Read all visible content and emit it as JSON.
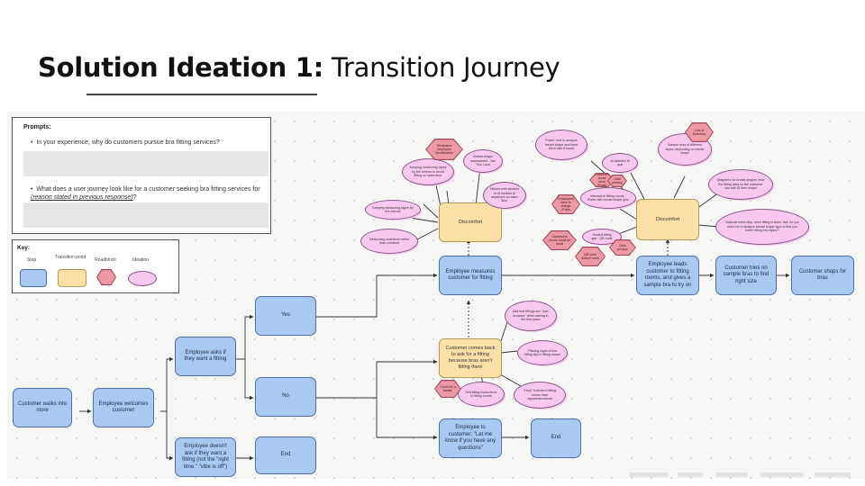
{
  "slide": {
    "title_bold": "Solution Ideation 1:",
    "title_rest": "Transition Journey"
  },
  "prompts": {
    "title": "Prompts:",
    "q1": "In your experience, why do customers pursue bra fitting services?",
    "q2_text": "What does a user journey look like for a customer seeking bra fitting services for ",
    "q2_italic": "(reason stated in previous response)",
    "q2_end": "?"
  },
  "key": {
    "title": "Key:",
    "step": "Step",
    "transition": "Transition point",
    "roadblock": "Roadblock",
    "ideation": "Ideation"
  },
  "steps": {
    "walks_in": "Customer walks into store",
    "welcomes": "Employee welcomes customer",
    "asks": "Employee asks if they want a fitting",
    "doesnt_ask": "Employee doesn't ask if they want a fitting (not the \"right time,\" \"vibe is off\")",
    "yes": "Yes",
    "no": "No",
    "end1": "End",
    "measures": "Employee measures customer for fitting",
    "leads": "Employee leads customer to fitting rooms, and gives a sample bra to try on",
    "tries": "Customer tries on sample bras to find right size",
    "shops": "Customer shops for bras",
    "let_me_know": "Employee to customer: \"Let me know if you have any questions\"",
    "end2": "End"
  },
  "transitions": {
    "discomfort1": "Discomfort",
    "discomfort2": "Discomfort",
    "comes_back": "Customer comes back to ask for a fitting because bras aren't fitting them"
  },
  "ideation_top": {
    "i1": "Keeping measuring tapes by the mirrors to avoid fitting on sales floor",
    "i2": "Breast shape assessment - like True Love",
    "i3": "Keeping measuring tapes by the mirrors",
    "i4": "Measuring underbust rather than overbust",
    "i5": "Mirrors with stickers to fit instead of anywhere on sales floor",
    "i6": "Poster next to analyse breast shape and have them take it home",
    "i7": "At assisted fit quiz",
    "i8": "Interactive fitting rooms - iPads with breast shape quiz",
    "i9": "Guided fitting app - QR code",
    "i10": "Sample bras of different styles depending on breast shape",
    "i11": "Diagrams for breast shapes near the fitting area so the customer can self-ID their shape",
    "i12": "Optional extra step: once fitting is done, ask 'do you want me to analyze breast shape type to find you better fitting bra styles?'"
  },
  "roadblocks_top": {
    "r1": "Eliminates employee identification",
    "r2": "Customer could steal iPads",
    "r3": "Data privacy",
    "r4": "Employees have to charge iPads",
    "r5": "Customers phone could be dead",
    "r6": "QR code doesn't work",
    "r7": "Data privacy",
    "r8": "Lots of inventory"
  },
  "ideation_bottom": {
    "i1": "Add that fittings are \"non-invasive\" when asking in the first place",
    "i2": "Placing signs of bra fitting tips in fitting rooms",
    "i3": "Self-fitting instructions in fitting rooms",
    "i4": "\"Help\" buttons in fitting rooms have signs/instructions"
  },
  "roadblocks_bottom": {
    "r1": "Could be a hassle"
  }
}
